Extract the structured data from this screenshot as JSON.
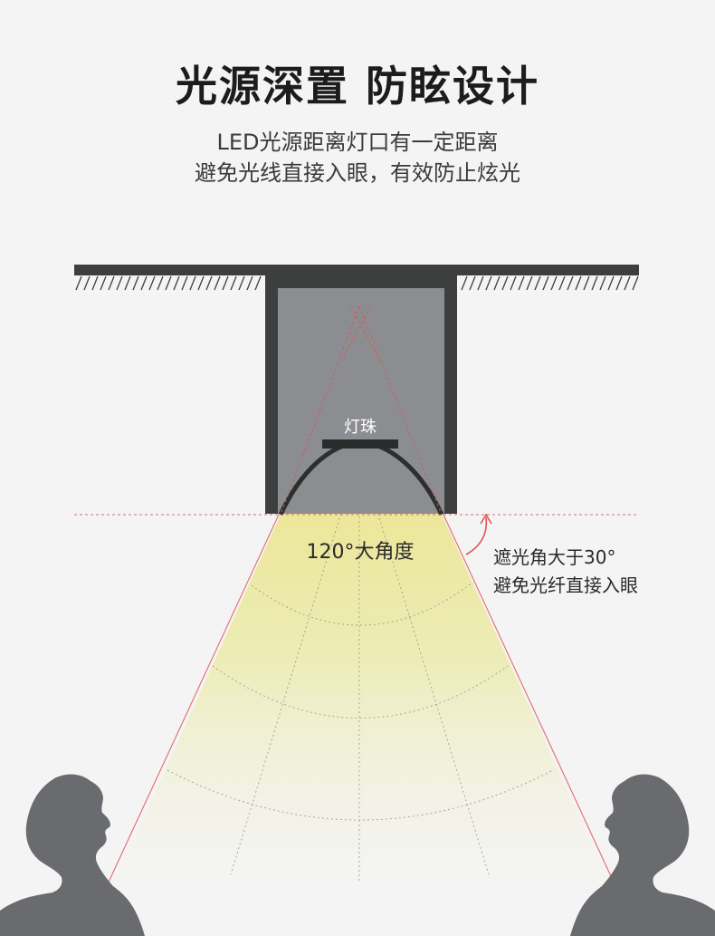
{
  "header": {
    "title": "光源深置 防眩设计",
    "subtitle_line1": "LED光源距离灯口有一定距离",
    "subtitle_line2": "避免光线直接入眼，有效防止炫光"
  },
  "diagram": {
    "led_label": "灯珠",
    "beam_angle_label": "120°大角度",
    "shielding_note_line1": "遮光角大于30°",
    "shielding_note_line2": "避免光纤直接入眼"
  },
  "colors": {
    "background": "#f4f4f5",
    "fixture_body": "#3d3f3f",
    "fixture_cavity": "#8c8d90",
    "beam": "#e9e58f",
    "ray_lines": "#e0544f",
    "silhouette": "#6a6b6e"
  },
  "icons": {
    "left_figure": "person-silhouette-looking-up",
    "right_figure": "person-silhouette-looking-up",
    "shield_angle": "arrow-up-icon"
  }
}
